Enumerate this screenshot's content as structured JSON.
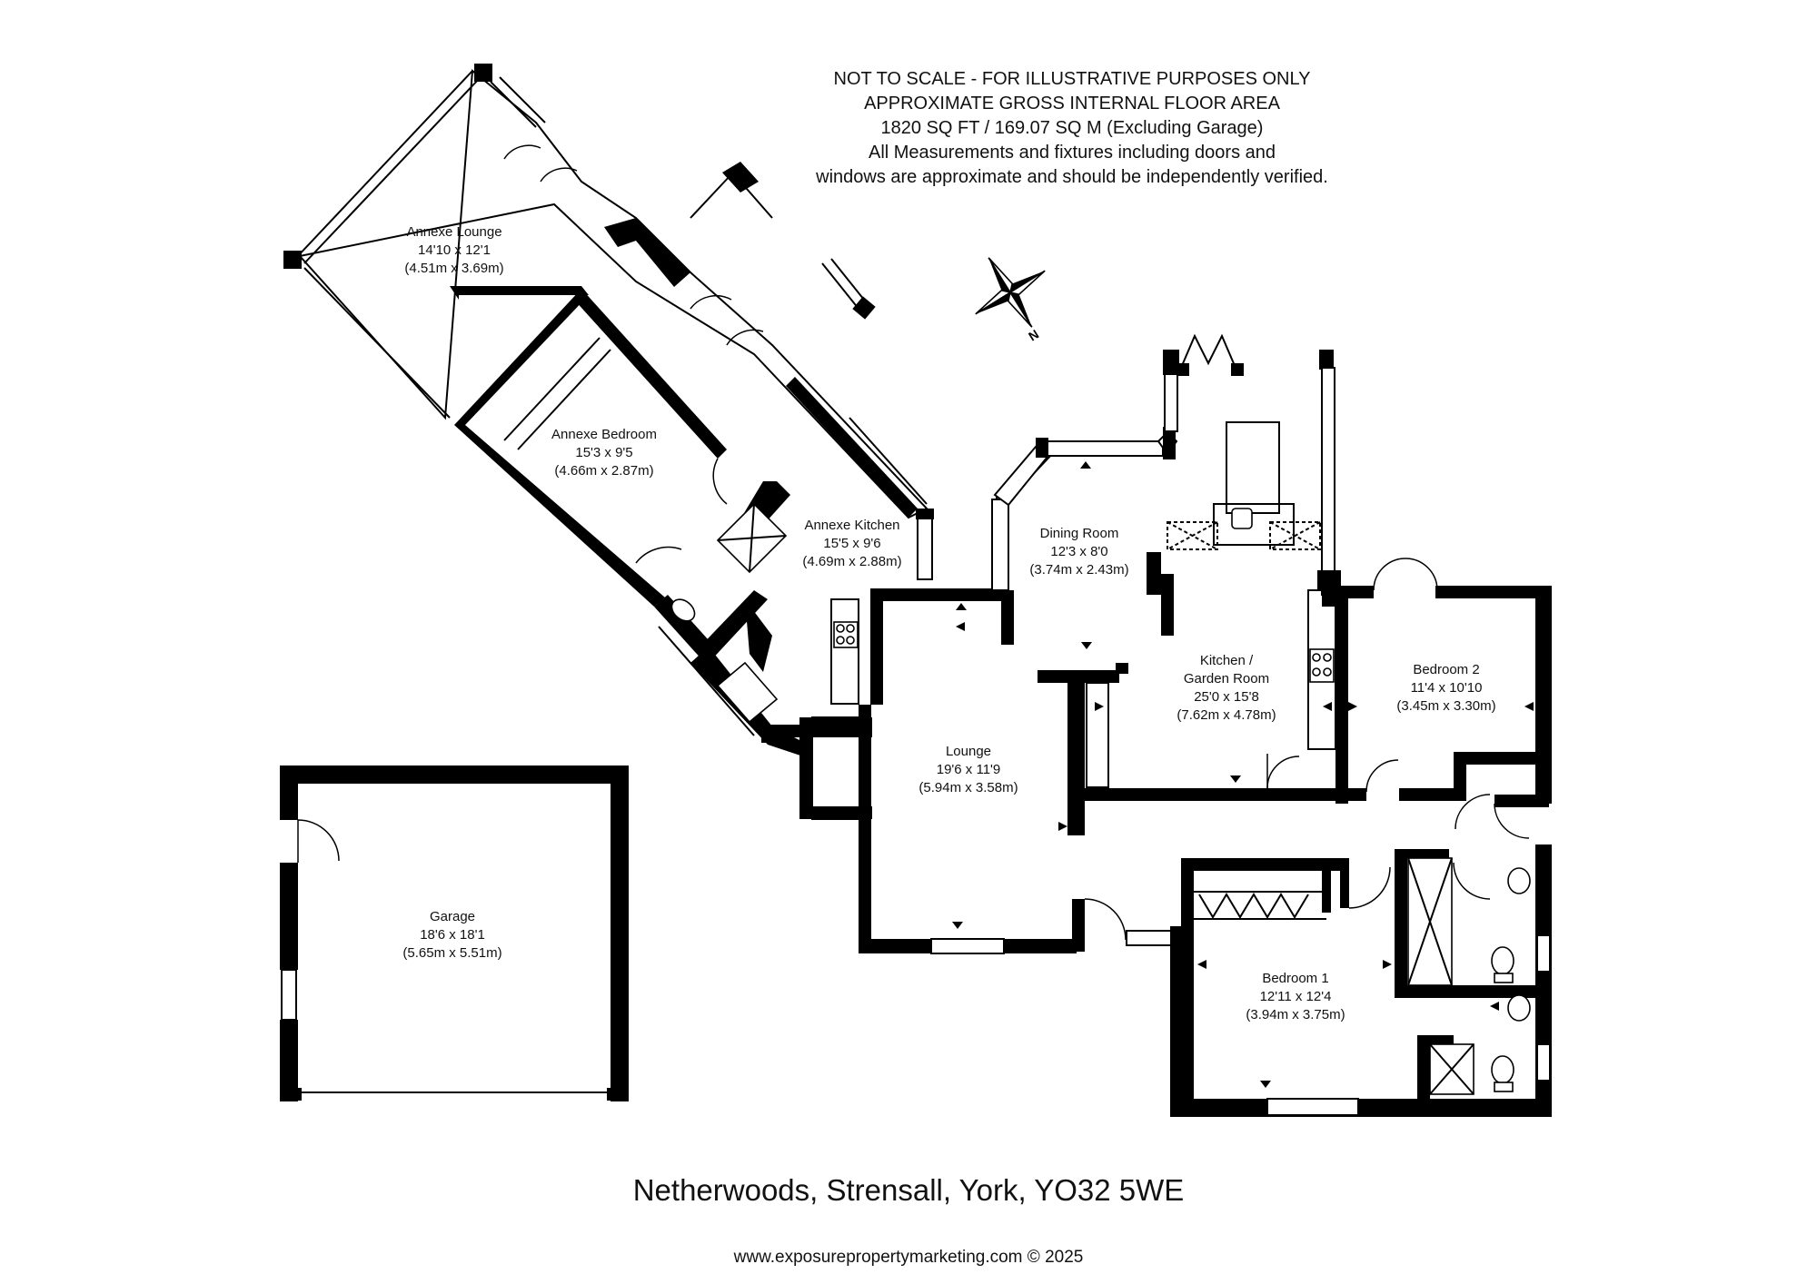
{
  "disclaimer": {
    "line1": "NOT TO SCALE - FOR ILLUSTRATIVE PURPOSES ONLY",
    "line2": "APPROXIMATE GROSS INTERNAL FLOOR AREA",
    "line3": "1820 SQ FT / 169.07 SQ M (Excluding Garage)",
    "line4": "All Measurements and fixtures including doors and",
    "line5": "windows are approximate and should be independently verified."
  },
  "compass": {
    "north_label": "N"
  },
  "rooms": {
    "annexe_lounge": {
      "name": "Annexe Lounge",
      "imperial": "14'10 x 12'1",
      "metric": "(4.51m x 3.69m)"
    },
    "annexe_bedroom": {
      "name": "Annexe Bedroom",
      "imperial": "15'3 x 9'5",
      "metric": "(4.66m x 2.87m)"
    },
    "annexe_kitchen": {
      "name": "Annexe Kitchen",
      "imperial": "15'5 x 9'6",
      "metric": "(4.69m x 2.88m)"
    },
    "dining_room": {
      "name": "Dining Room",
      "imperial": "12'3 x 8'0",
      "metric": "(3.74m x 2.43m)"
    },
    "kitchen_garden_room": {
      "name_line1": "Kitchen /",
      "name_line2": "Garden Room",
      "imperial": "25'0 x 15'8",
      "metric": "(7.62m x 4.78m)"
    },
    "bedroom_2": {
      "name": "Bedroom 2",
      "imperial": "11'4 x 10'10",
      "metric": "(3.45m x 3.30m)"
    },
    "lounge": {
      "name": "Lounge",
      "imperial": "19'6 x 11'9",
      "metric": "(5.94m x 3.58m)"
    },
    "bedroom_1": {
      "name": "Bedroom 1",
      "imperial": "12'11 x 12'4",
      "metric": "(3.94m x 3.75m)"
    },
    "garage": {
      "name": "Garage",
      "imperial": "18'6 x 18'1",
      "metric": "(5.65m x 5.51m)"
    }
  },
  "address": "Netherwoods, Strensall, York, YO32 5WE",
  "credit": "www.exposurepropertymarketing.com © 2025"
}
